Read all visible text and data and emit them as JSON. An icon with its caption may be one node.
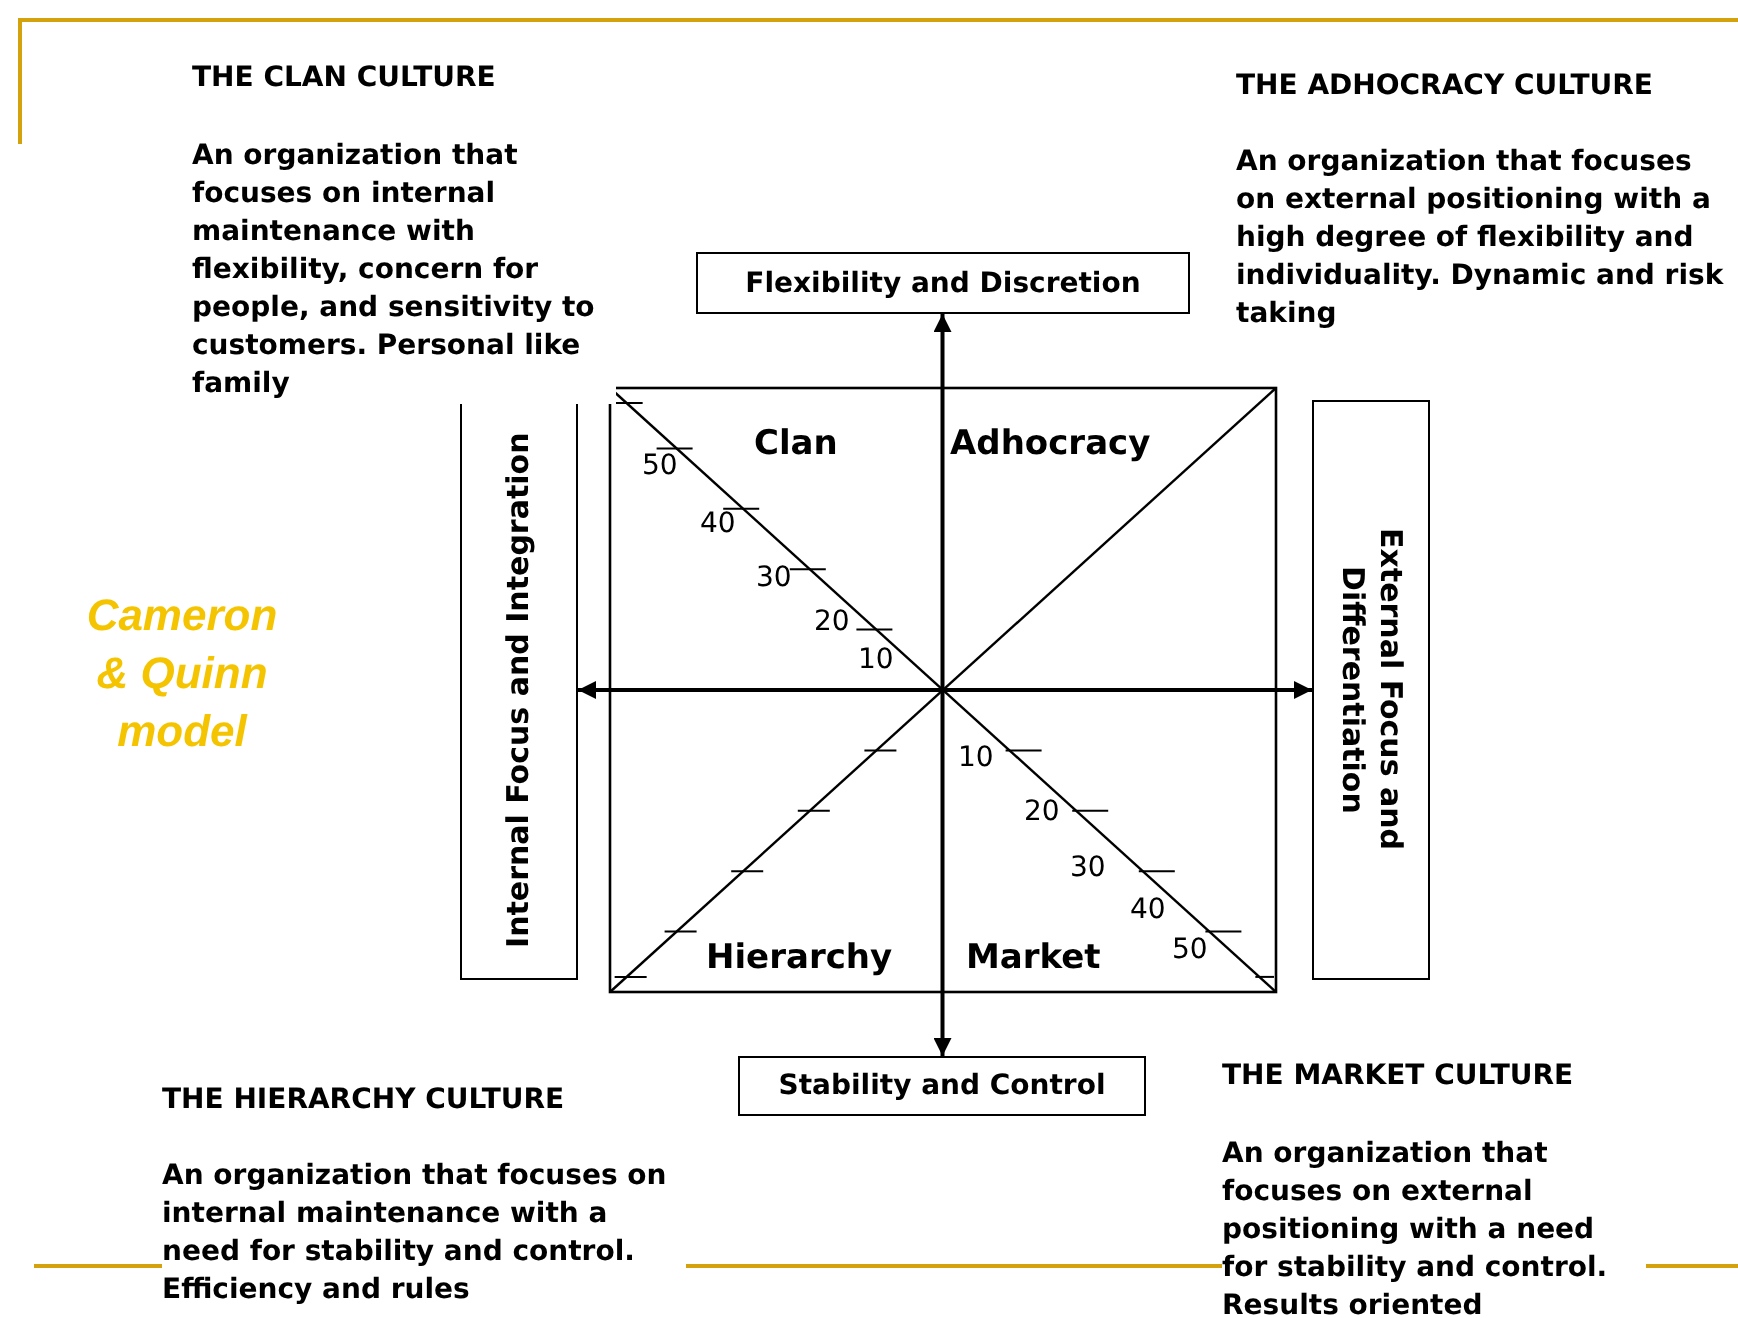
{
  "diagram": {
    "nodes": [
      {
        "text": [
          "Flexibility and Discretion"
        ]
      },
      {
        "text": [
          "Internal Focus and Integration"
        ]
      },
      {
        "text": [
          "External Focus and Differentiation"
        ]
      },
      {
        "text": [
          "Stability and Control"
        ]
      }
    ],
    "edges": [
      {
        "from": 3,
        "to": 0,
        "arrow": "both"
      },
      {
        "from": 1,
        "to": 2,
        "arrow": "both"
      }
    ],
    "labels": [
      "THE CLAN CULTURE",
      "An organization that focuses on internal maintenance with flexibility, concern for people, and sensitivity to customers. Personal like family",
      "THE ADHOCRACY CULTURE",
      "An organization that focuses on external positioning with a high degree of flexibility and individuality. Dynamic and risk taking",
      "Cameron & Quinn model",
      "Clan",
      "Adhocracy",
      "50",
      "40",
      "30",
      "20",
      "10",
      "10",
      "20",
      "30",
      "40",
      "50",
      "Hierarchy",
      "Market",
      "THE HIERARCHY CULTURE",
      "An organization that focuses on internal maintenance with a need for stability and control. Efficiency and rules",
      "THE MARKET CULTURE",
      "An organization that focuses on external positioning with a need for stability and control. Results oriented"
    ]
  }
}
